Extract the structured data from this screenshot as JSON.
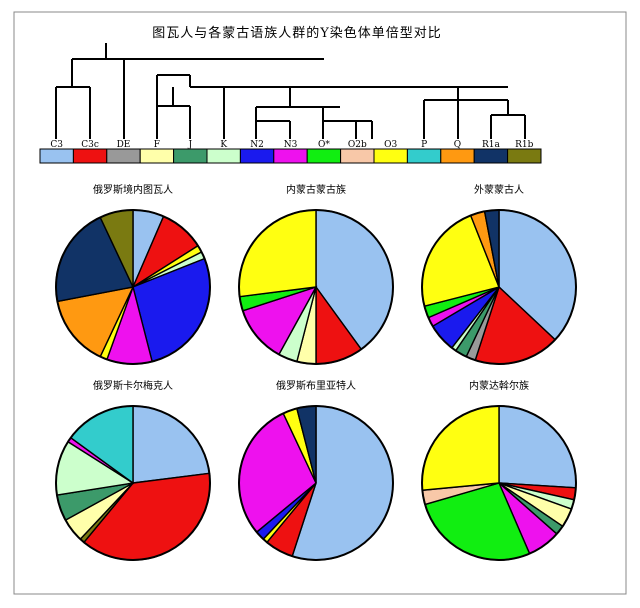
{
  "title": "图瓦人与各蒙古语族人群的Y染色体单倍型对比",
  "chart_data": {
    "type": "pie",
    "haplogroups": [
      {
        "name": "C3",
        "color": "#99c2f0"
      },
      {
        "name": "C3c",
        "color": "#ee1111"
      },
      {
        "name": "DE",
        "color": "#999999"
      },
      {
        "name": "F",
        "color": "#ffffaa"
      },
      {
        "name": "J",
        "color": "#3c9a6a"
      },
      {
        "name": "K",
        "color": "#ccffcc"
      },
      {
        "name": "N2",
        "color": "#1a1aee"
      },
      {
        "name": "N3",
        "color": "#ee11ee"
      },
      {
        "name": "O*",
        "color": "#11ee11"
      },
      {
        "name": "O2b",
        "color": "#f8c8a8"
      },
      {
        "name": "O3",
        "color": "#ffff11"
      },
      {
        "name": "P",
        "color": "#33cccc"
      },
      {
        "name": "Q",
        "color": "#ff9911"
      },
      {
        "name": "R1a",
        "color": "#113366"
      },
      {
        "name": "R1b",
        "color": "#7a7a11"
      }
    ],
    "pies": [
      {
        "title": "俄罗斯境内图瓦人",
        "slices": [
          {
            "group": "C3",
            "value": 6.5
          },
          {
            "group": "C3c",
            "value": 9.5
          },
          {
            "group": "O3",
            "value": 1.5
          },
          {
            "group": "K",
            "value": 1.5
          },
          {
            "group": "N2",
            "value": 27
          },
          {
            "group": "N3",
            "value": 9.5
          },
          {
            "group": "O3",
            "value": 1.5
          },
          {
            "group": "Q",
            "value": 15
          },
          {
            "group": "R1a",
            "value": 21
          },
          {
            "group": "R1b",
            "value": 7
          }
        ]
      },
      {
        "title": "内蒙古蒙古族",
        "slices": [
          {
            "group": "C3",
            "value": 40
          },
          {
            "group": "C3c",
            "value": 10
          },
          {
            "group": "F",
            "value": 4
          },
          {
            "group": "K",
            "value": 4
          },
          {
            "group": "N3",
            "value": 12
          },
          {
            "group": "O*",
            "value": 3
          },
          {
            "group": "O3",
            "value": 27
          }
        ]
      },
      {
        "title": "外蒙蒙古人",
        "slices": [
          {
            "group": "C3",
            "value": 37
          },
          {
            "group": "C3c",
            "value": 18
          },
          {
            "group": "DE",
            "value": 2
          },
          {
            "group": "J",
            "value": 2.5
          },
          {
            "group": "K",
            "value": 1
          },
          {
            "group": "N2",
            "value": 6
          },
          {
            "group": "N3",
            "value": 2
          },
          {
            "group": "O*",
            "value": 2.5
          },
          {
            "group": "O3",
            "value": 23
          },
          {
            "group": "Q",
            "value": 3
          },
          {
            "group": "R1a",
            "value": 3
          }
        ]
      },
      {
        "title": "俄罗斯卡尔梅克人",
        "slices": [
          {
            "group": "C3",
            "value": 23
          },
          {
            "group": "C3c",
            "value": 38
          },
          {
            "group": "R1b",
            "value": 1
          },
          {
            "group": "F",
            "value": 5
          },
          {
            "group": "J",
            "value": 5.5
          },
          {
            "group": "K",
            "value": 11.5
          },
          {
            "group": "N3",
            "value": 1
          },
          {
            "group": "P",
            "value": 15
          }
        ]
      },
      {
        "title": "俄罗斯布里亚特人",
        "slices": [
          {
            "group": "C3",
            "value": 55
          },
          {
            "group": "C3c",
            "value": 6
          },
          {
            "group": "O3",
            "value": 1
          },
          {
            "group": "N2",
            "value": 2
          },
          {
            "group": "N3",
            "value": 29
          },
          {
            "group": "O3",
            "value": 3
          },
          {
            "group": "R1a",
            "value": 4
          }
        ]
      },
      {
        "title": "内蒙达斡尔族",
        "slices": [
          {
            "group": "C3",
            "value": 26
          },
          {
            "group": "C3c",
            "value": 2.5
          },
          {
            "group": "K",
            "value": 2
          },
          {
            "group": "F",
            "value": 4
          },
          {
            "group": "J",
            "value": 2
          },
          {
            "group": "N3",
            "value": 7
          },
          {
            "group": "O*",
            "value": 27
          },
          {
            "group": "O2b",
            "value": 3
          },
          {
            "group": "O3",
            "value": 26.5
          }
        ]
      }
    ]
  }
}
